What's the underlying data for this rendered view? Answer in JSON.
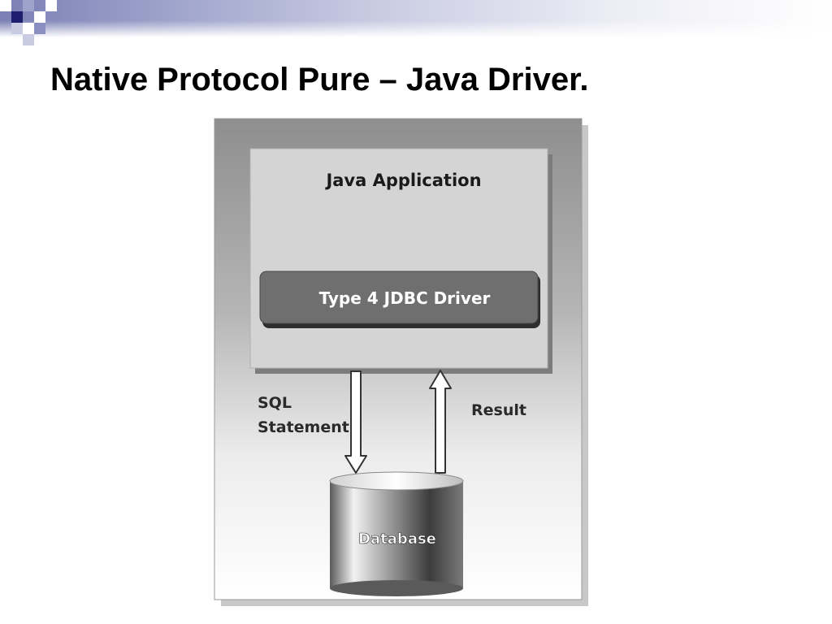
{
  "slide": {
    "title": "Native Protocol Pure – Java Driver."
  },
  "diagram": {
    "java_application_label": "Java Application",
    "driver_label": "Type 4 JDBC Driver",
    "sql_statement_line1": "SQL",
    "sql_statement_line2": "Statement",
    "result_label": "Result",
    "database_label": "Database"
  },
  "colors": {
    "accent": "#1e1e6e",
    "accent_light": "#8a8fc2",
    "panel_gray": "#d4d4d4",
    "driver_gray": "#6f6f6f"
  }
}
